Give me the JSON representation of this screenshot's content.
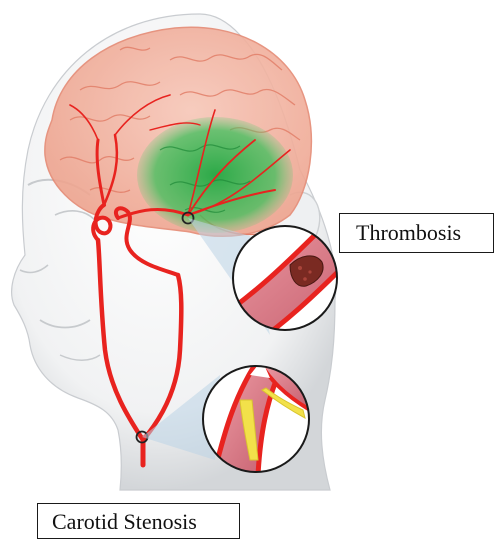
{
  "labels": {
    "thrombosis": "Thrombosis",
    "carotid_stenosis": "Carotid Stenosis"
  },
  "colors": {
    "artery": "#e8231f",
    "brain_pink": "#f3b8a8",
    "ischemic_zone": "#2fb24a",
    "head_shadow": "#d7d9dc",
    "callout_fill": "#bcd3e6",
    "plaque": "#f2e14a",
    "clot": "#7a2a22"
  },
  "icons": [
    "head-silhouette",
    "brain",
    "artery",
    "magnifier-circle"
  ]
}
